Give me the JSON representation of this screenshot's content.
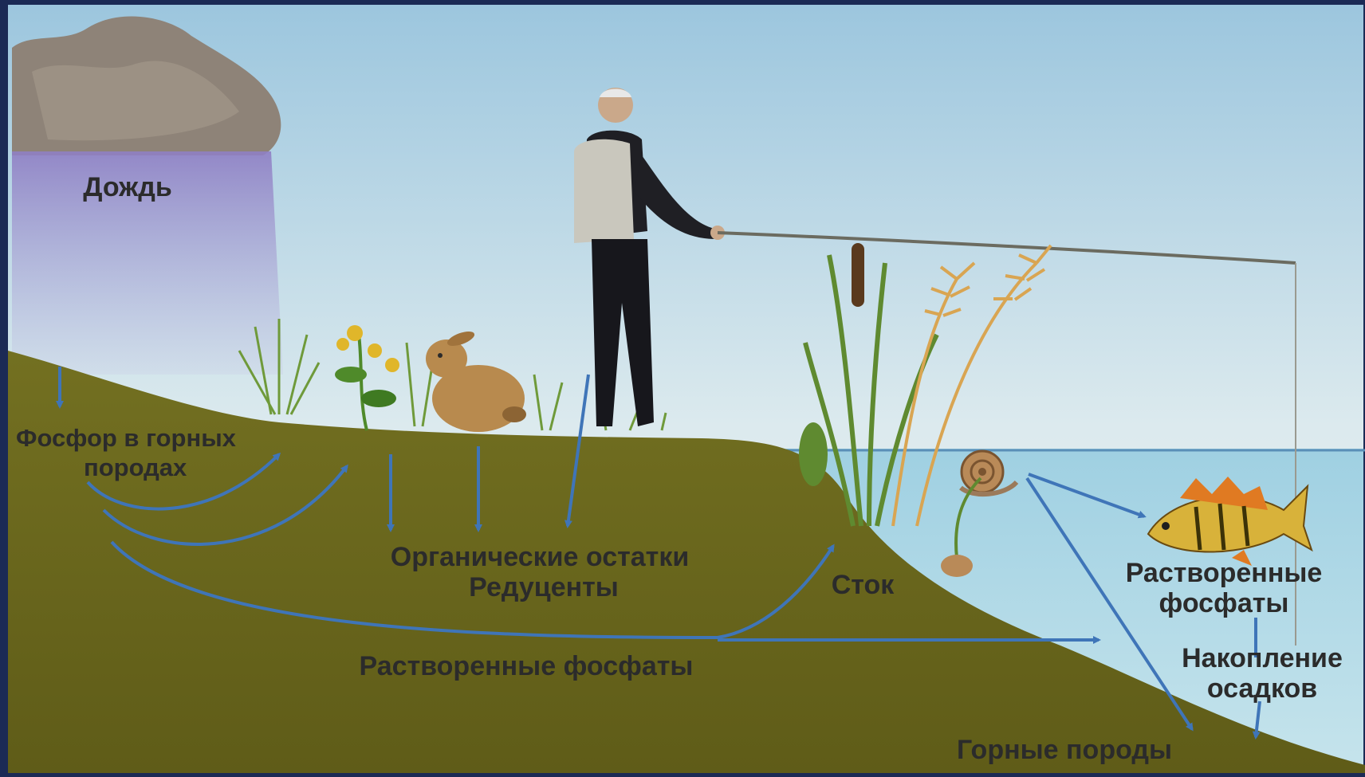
{
  "diagram": {
    "labels": {
      "rain": "Дождь",
      "rock_phosphorus_1": "Фосфор в горных",
      "rock_phosphorus_2": "породах",
      "organic_remains": "Органические остатки",
      "decomposers": "Редуценты",
      "runoff": "Сток",
      "dissolved_phosphates_soil": "Растворенные фосфаты",
      "dissolved_phosphates_water_1": "Растворенные",
      "dissolved_phosphates_water_2": "фосфаты",
      "sediment_accumulation_1": "Накопление",
      "sediment_accumulation_2": "осадков",
      "rocks": "Горные породы"
    },
    "colors": {
      "sky_top": "#9fc7de",
      "sky_bottom": "#e8f0ee",
      "soil": "#6e6a1c",
      "water": "#a9d3e3",
      "arrow": "#3f75b8",
      "rain": "#8c7bc0"
    }
  }
}
